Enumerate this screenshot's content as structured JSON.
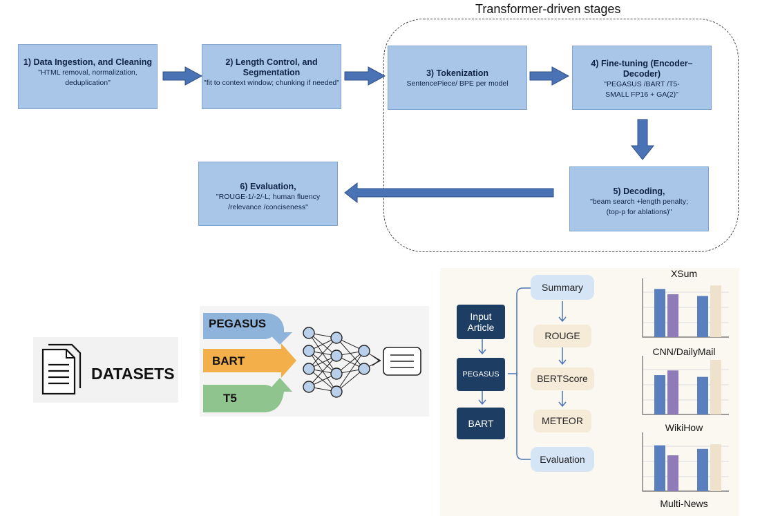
{
  "pipeline": {
    "region_title": "Transformer-driven stages",
    "stages": [
      {
        "title": "1) Data Ingestion, and Cleaning",
        "detail": "\"HTML removal, normalization, deduplication\""
      },
      {
        "title": "2) Length Control, and Segmentation",
        "detail": "\"fit to context window; chunking if needed\""
      },
      {
        "title": "3) Tokenization",
        "detail": "SentencePiece/ BPE per model"
      },
      {
        "title": "4) Fine-tuning (Encoder–Decoder)",
        "detail": "\"PEGASUS /BART /T5-SMALL FP16 + GA(2)\""
      },
      {
        "title": "5) Decoding,",
        "detail": "\"beam search +length penalty; (top-p for ablations)\""
      },
      {
        "title": "6) Evaluation,",
        "detail": "\"ROUGE-1/-2/-L; human fluency /relevance /conciseness\""
      }
    ]
  },
  "datasets": {
    "label": "DATASETS",
    "icon": "document-stack-icon"
  },
  "models": {
    "items": [
      "PEGASUS",
      "BART",
      "T5"
    ],
    "colors": [
      "#8fb4dc",
      "#f3b04a",
      "#8fc48f"
    ]
  },
  "flow": {
    "input": "Input Article",
    "model1": "PEGASUS",
    "model2": "BART",
    "summary": "Summary",
    "metrics": [
      "ROUGE",
      "BERTScore",
      "METEOR"
    ],
    "evaluation": "Evaluation"
  },
  "mini_charts": [
    {
      "title": "XSum",
      "values": [
        0.82,
        0.73,
        0.7,
        0.88
      ]
    },
    {
      "title": "CNN/DailyMail",
      "values": [
        0.67,
        0.75,
        0.64,
        0.93
      ]
    },
    {
      "title": "WikiHow",
      "values": [
        0.78,
        0.61,
        0.72,
        0.8
      ]
    },
    {
      "title": "Multi-News",
      "values": []
    }
  ],
  "colors": {
    "stage_fill": "#a9c6e8",
    "arrow": "#4a73b6",
    "navy": "#1d3d63",
    "bar_blue": "#5a7fbf",
    "bar_purple": "#8f7bb8",
    "bar_beige": "#efe2cc"
  }
}
